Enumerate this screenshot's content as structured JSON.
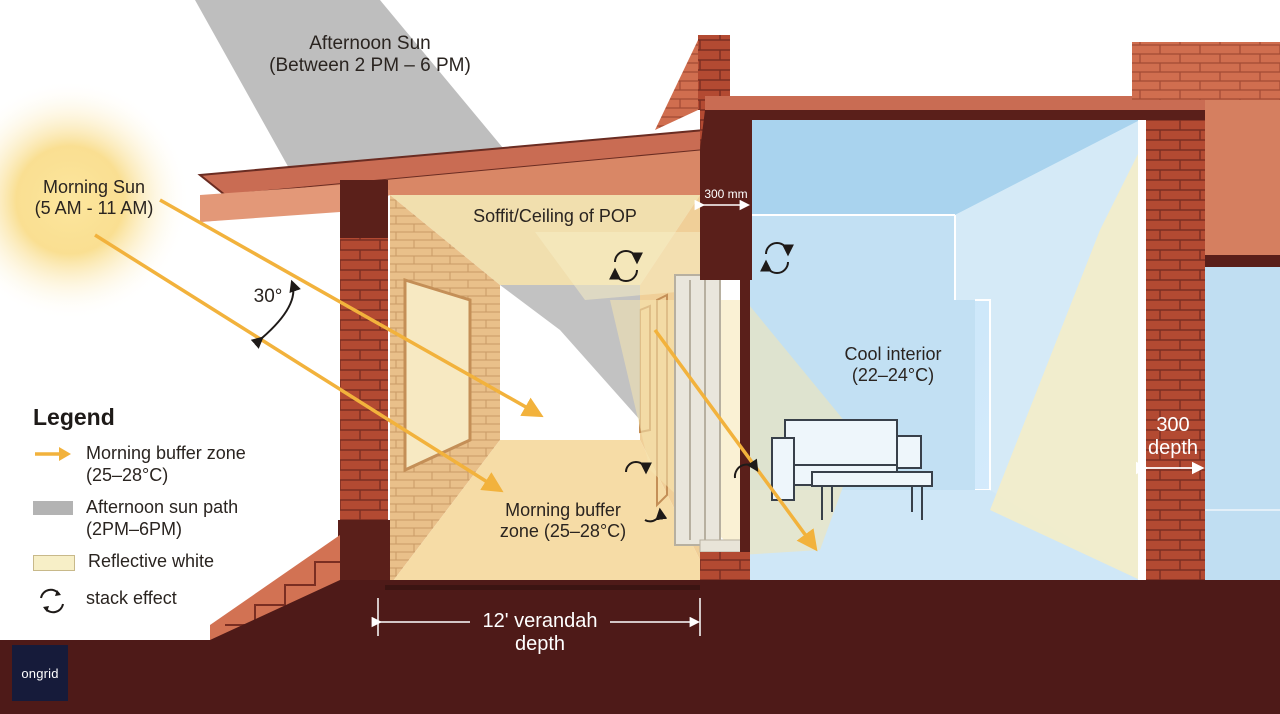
{
  "labels": {
    "afternoon_sun": {
      "line1": "Afternoon Sun",
      "line2": "(Between 2 PM – 6 PM)"
    },
    "morning_sun": {
      "line1": "Morning Sun",
      "line2": "(5 AM - 11 AM)"
    },
    "angle": "30°",
    "soffit": "Soffit/Ceiling of POP",
    "overhang": "300 mm",
    "cool_interior": {
      "line1": "Cool interior",
      "line2": "(22–24°C)"
    },
    "depth_right": {
      "line1": "300",
      "line2": "depth"
    },
    "buffer_zone": {
      "line1": "Morning buffer",
      "line2": "zone (25–28°C)"
    },
    "verandah": {
      "line1": "12' verandah",
      "line2": "depth"
    }
  },
  "legend": {
    "title": "Legend",
    "items": [
      {
        "key": "arrow",
        "line1": "Morning buffer zone",
        "line2": "(25–28°C)"
      },
      {
        "key": "grey",
        "line1": "Afternoon sun path",
        "line2": "(2PM–6PM)"
      },
      {
        "key": "white",
        "line1": "Reflective white",
        "line2": ""
      },
      {
        "key": "stack",
        "line1": "stack effect",
        "line2": ""
      }
    ]
  },
  "brand": {
    "logo_text": "ongrid"
  },
  "colors": {
    "brick": "#b24a33",
    "brick_dark": "#5a1f1a",
    "ground": "#4e1a18",
    "sun_arrow": "#f2b23c",
    "afternoon_path": "#b3b3b3",
    "reflective": "#f7efc7",
    "cool": "#cfe6f5"
  }
}
